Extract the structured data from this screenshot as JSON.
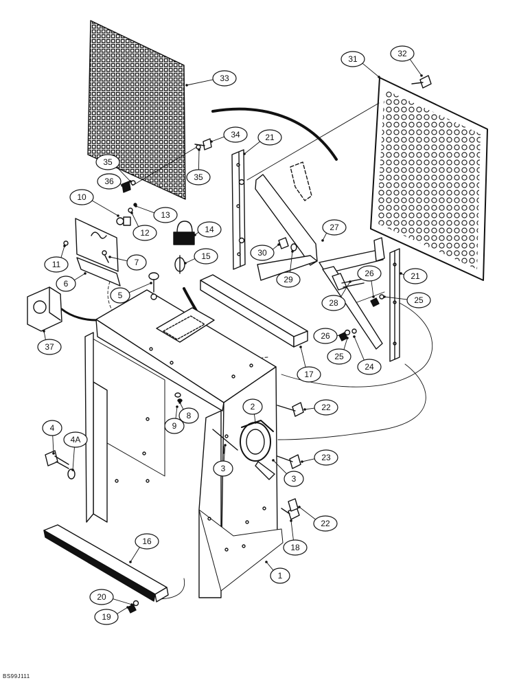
{
  "figure_code": "BS99J111",
  "callouts": [
    "1",
    "2",
    "3",
    "3",
    "4",
    "4A",
    "5",
    "6",
    "7",
    "8",
    "9",
    "10",
    "11",
    "12",
    "13",
    "14",
    "15",
    "16",
    "17",
    "18",
    "19",
    "20",
    "21",
    "21",
    "22",
    "22",
    "23",
    "24",
    "25",
    "25",
    "26",
    "26",
    "27",
    "28",
    "29",
    "30",
    "31",
    "32",
    "33",
    "34",
    "35",
    "35",
    "36",
    "37"
  ],
  "colors": {
    "ink": "#111111",
    "paper": "#ffffff"
  }
}
